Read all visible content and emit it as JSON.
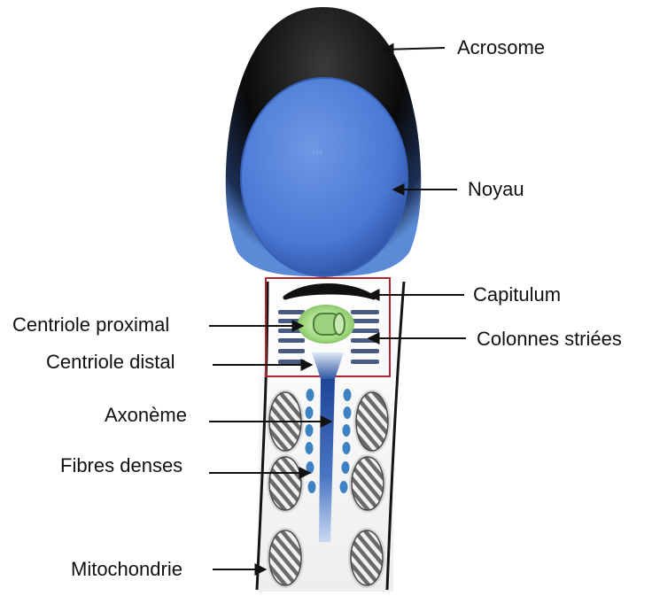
{
  "labels": {
    "acrosome": "Acrosome",
    "noyau": "Noyau",
    "capitulum": "Capitulum",
    "centriole_proximal": "Centriole proximal",
    "colonnes_striees": "Colonnes striées",
    "centriole_distal": "Centriole distal",
    "axoneme": "Axonème",
    "fibres_denses": "Fibres denses",
    "mitochondrie": "Mitochondrie"
  },
  "colors": {
    "acrosome": "#0b0b0b",
    "nucleus": "#4a78d4",
    "nucleus_dark": "#2f55a8",
    "centriole": "#8fd06a",
    "highlight_box": "#b3262d",
    "fibres": "#3f82c4",
    "axoneme": "#2f56a3"
  }
}
